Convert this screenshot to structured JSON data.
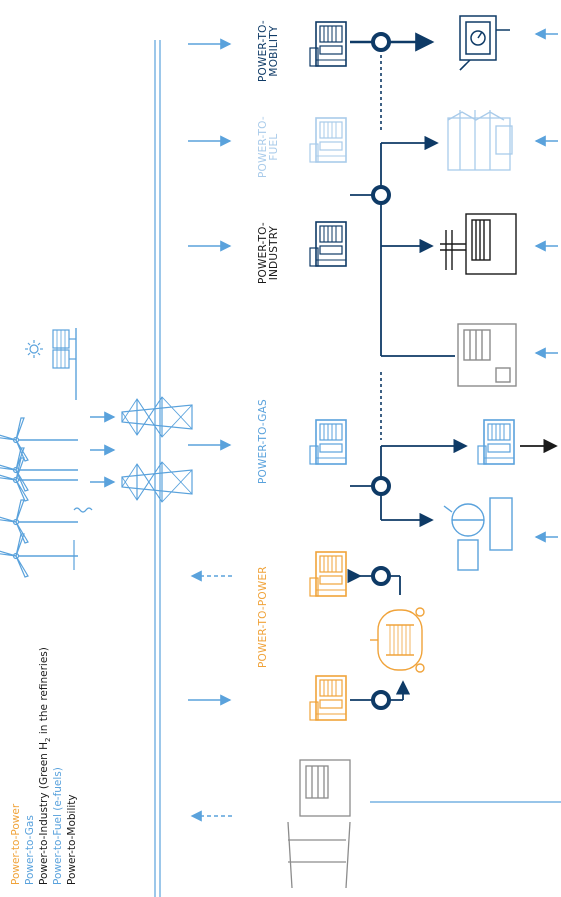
{
  "colors": {
    "light_blue": "#5aa2dc",
    "pale_blue": "#a9cbea",
    "navy": "#0e3a66",
    "orange": "#f0a33a",
    "gray": "#8c8c8c",
    "black": "#1a1a1a"
  },
  "legend": [
    {
      "id": "p2p",
      "label": "Power-to-Power",
      "color": "orange"
    },
    {
      "id": "p2g",
      "label": "Power-to-Gas",
      "color": "light_blue"
    },
    {
      "id": "p2i",
      "label_before": "Power-to-Industry (Green H",
      "label_sub": "2",
      "label_after": " in the refineries)",
      "color": "black"
    },
    {
      "id": "p2f",
      "label": "Power-to-Fuel (e-fuels)",
      "color": "light_blue"
    },
    {
      "id": "p2m",
      "label": "Power-to-Mobility",
      "color": "black"
    }
  ],
  "stages": {
    "mobility": {
      "line1": "POWER-TO-",
      "line2": "MOBILITY",
      "color": "navy"
    },
    "fuel": {
      "line1": "POWER-TO-",
      "line2": "FUEL",
      "color": "pale_blue"
    },
    "industry": {
      "line1": "POWER-TO-",
      "line2": "INDUSTRY",
      "color": "black"
    },
    "gas": {
      "line1": "POWER-TO-GAS",
      "color": "light_blue"
    },
    "power": {
      "line1": "POWER-TO-POWER",
      "color": "orange"
    }
  },
  "icons": [
    "sun-icon",
    "solar-panel-icon",
    "wind-turbine-icon",
    "transmission-tower-icon",
    "electrolyzer-icon",
    "hydrogen-tank-icon",
    "fuel-station-icon",
    "refinery-icon",
    "industrial-plant-icon",
    "gas-storage-icon",
    "power-plant-icon",
    "valve-icon"
  ]
}
